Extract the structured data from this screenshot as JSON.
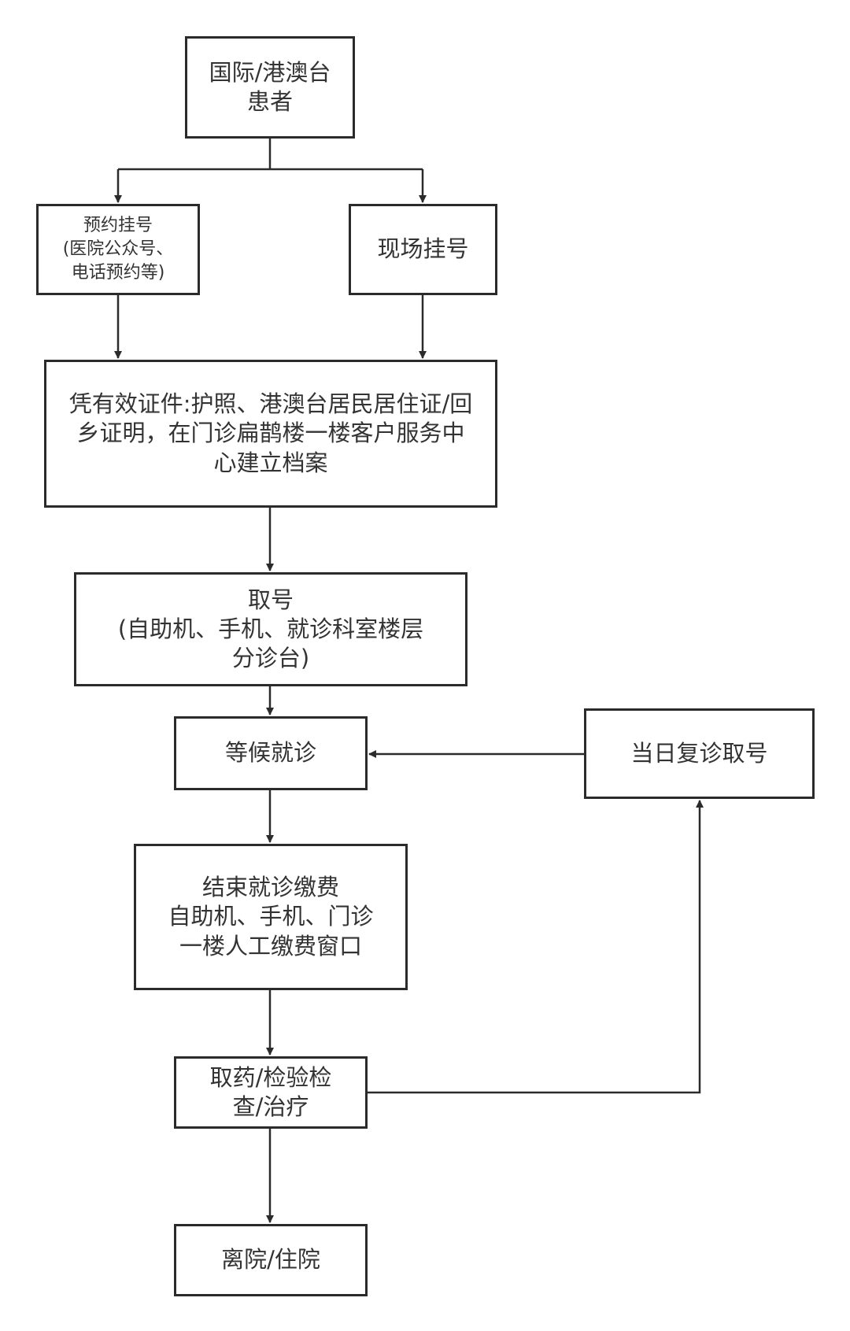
{
  "nodes": {
    "patient": [
      "国际/港澳台",
      "患者"
    ],
    "appointment": [
      "预约挂号",
      "(医院公众号、",
      "电话预约等)"
    ],
    "onsite": [
      "现场挂号"
    ],
    "register": [
      "凭有效证件:护照、港澳台居民居住证/回",
      "乡证明，在门诊扁鹊楼一楼客户服务中",
      "心建立档案"
    ],
    "ticket": [
      "取号",
      "(自助机、手机、就诊科室楼层",
      "分诊台)"
    ],
    "wait": [
      "等候就诊"
    ],
    "followup": [
      "当日复诊取号"
    ],
    "payment": [
      "结束就诊缴费",
      "自助机、手机、门诊",
      "一楼人工缴费窗口"
    ],
    "medicine": [
      "取药/检验检",
      "查/治疗"
    ],
    "leave": [
      "离院/住院"
    ]
  },
  "colors": {
    "line": "#2b2b2b",
    "text": "#333333"
  }
}
